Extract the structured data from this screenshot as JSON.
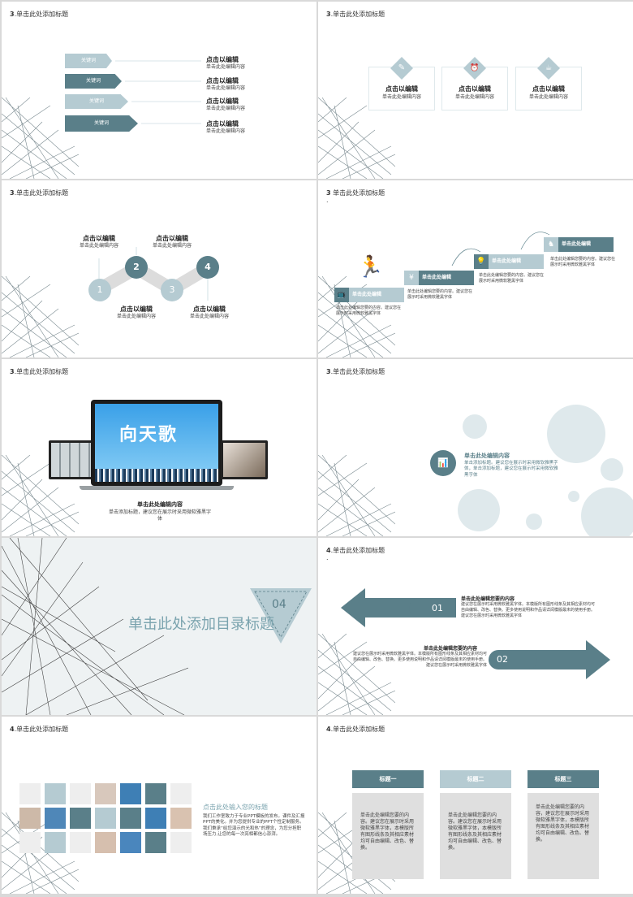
{
  "colors": {
    "primary": "#5a7f89",
    "light": "#b5cbd2",
    "pale": "#dfe9ec",
    "bg": "#ffffff"
  },
  "common": {
    "click_edit": "点击以编辑",
    "click_edit_content": "单击此处编辑内容"
  },
  "slides": [
    {
      "num": "3",
      "title": ".单击此处添加标题",
      "keywords": [
        "关键词",
        "关键词",
        "关键词",
        "关键词"
      ]
    },
    {
      "num": "3",
      "title": ".单击此处添加标题",
      "icons": [
        "pencil-icon",
        "alarm-icon",
        "coffee-icon"
      ]
    },
    {
      "num": "3",
      "title": ".单击此处添加标题",
      "steps": [
        "1",
        "2",
        "3",
        "4"
      ]
    },
    {
      "num": "3",
      "title": " 单击此处添加标题",
      "dot": ".",
      "bar_label": "单击此处编辑",
      "desc": "单击此处编辑您要的内容。建议您在展示时采用微软雅黑字体"
    },
    {
      "num": "3",
      "title": ".单击此处添加标题",
      "screen_title": "向天歌",
      "caption_title": "单击此处编辑内容",
      "caption_body": "单击添加标题，建议您在展示时采用微软雅黑字体"
    },
    {
      "num": "3",
      "title": ".单击此处添加标题",
      "info_title": "单击此处编辑内容",
      "info_body": "单击添加标题。建议您在展示时采用微软雅黑字体，单击添加标题，建议您在展示时采用微软雅黑字体"
    },
    {
      "section_num": "04",
      "section_title": "单击此处添加目录标题"
    },
    {
      "num": "4",
      "title": ".单击此处添加标题",
      "dot": ".",
      "arrow1_num": "01",
      "arrow2_num": "02",
      "a1_title": "单击此处编辑您要的内容",
      "a1_body": "建议您在展示时采用微软雅黑字体。本模版所有图形线条及其相应素材均可自由编辑、改色、替换。更多使用说明和作品请详阅模版最末的使用手册。建议您在展示时采用微软雅黑字体",
      "a2_title": "单击此处编辑您要的内容",
      "a2_body": "建议您在展示时采用微软雅黑字体。本模版所有图形线条及其相应素材均可自由编辑、改色、替换。更多使用说明和作品请详阅模版最末的使用手册。建议您在展示时采用微软雅黑字体"
    },
    {
      "num": "4",
      "title": ".单击此处添加标题",
      "text_title": "点击此处输入您的标题",
      "text_body": "我们工作室致力于专业PPT模板的发布。课件及汇报PPT的美化。并为您提供专业的PPT个性定制服务。我们秉承“给您演示的光和热”的理念，为您分担职场压力,让您的每一次亮相都信心澎湃。"
    },
    {
      "num": "4",
      "title": ".单击此处添加标题",
      "cols": [
        {
          "head": "标题一",
          "body": "单击此处编辑您要的内容。建议您在展示时采用微软雅黑字体，本模版所有图形线条及其相应素材均可自由编辑、改色、替换。"
        },
        {
          "head": "标题二",
          "body": "单击此处编辑您要的内容。建议您在展示时采用微软雅黑字体，本模版所有图形线条及其相应素材均可自由编辑、改色、替换。"
        },
        {
          "head": "标题三",
          "body": "单击此处编辑您要的内容，建议您在展示时采用微软雅黑字体，本模版所有图形线条及其相应素材均可自由编辑、改色、替换。"
        }
      ]
    }
  ]
}
